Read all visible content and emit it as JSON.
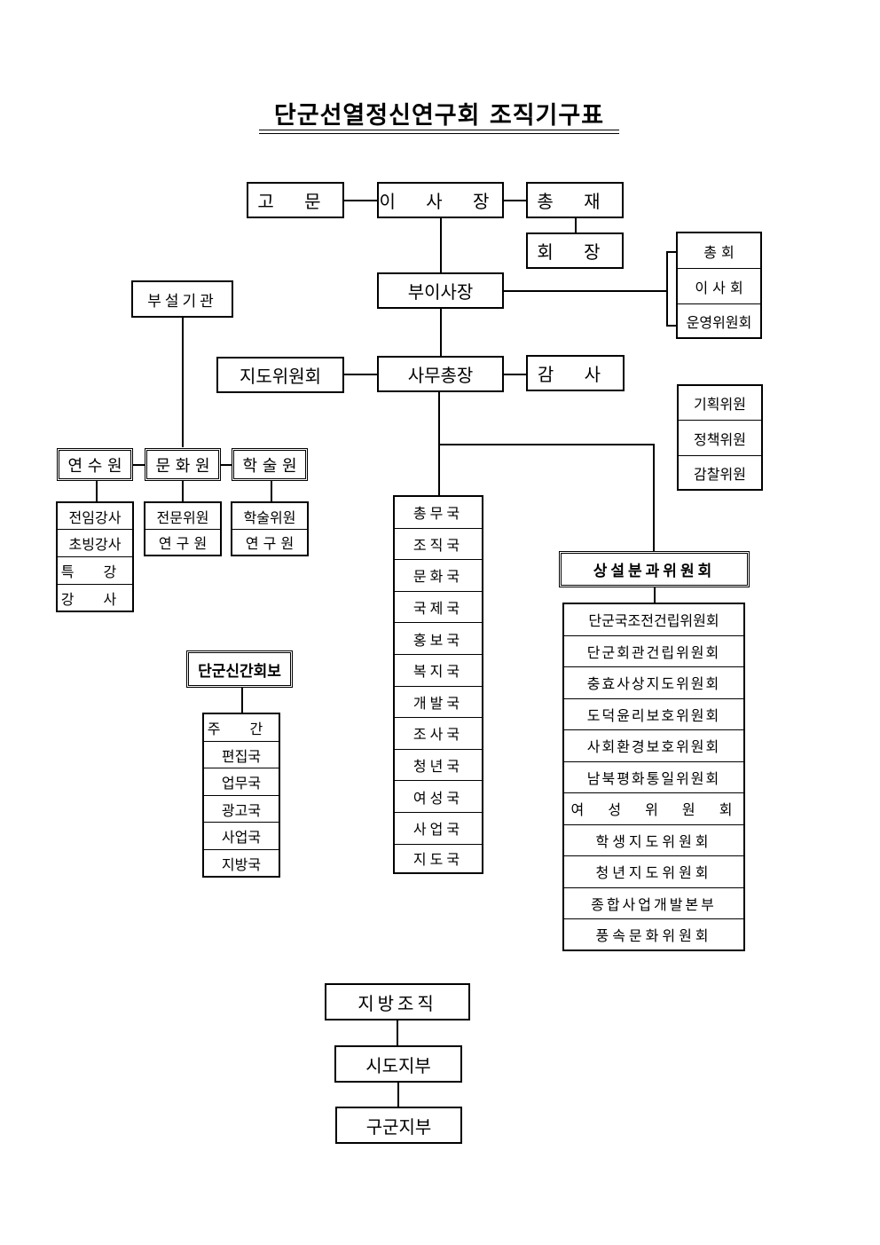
{
  "title": "단군선열정신연구회 조직기구표",
  "top": {
    "advisor": "고 문",
    "chairman_board": "이 사 장",
    "president_general": "총 재",
    "president": "회 장",
    "vice_chairman": "부이사장",
    "secretary_general": "사무총장",
    "guidance_committee": "지도위원회",
    "audit": "감 사"
  },
  "governance": [
    "총 회",
    "이 사 회",
    "운영위원회"
  ],
  "committees_right": [
    "기획위원",
    "정책위원",
    "감찰위원"
  ],
  "affiliated": {
    "label": "부설기관",
    "institutes": [
      {
        "name": "연 수 원",
        "items": [
          "전임강사",
          "초빙강사",
          "특 강",
          "강 사"
        ]
      },
      {
        "name": "문 화 원",
        "items": [
          "전문위원",
          "연 구 원"
        ]
      },
      {
        "name": "학 술 원",
        "items": [
          "학술위원",
          "연 구 원"
        ]
      }
    ]
  },
  "newspaper": {
    "label": "단군신간회보",
    "items": [
      "주 간",
      "편집국",
      "업무국",
      "광고국",
      "사업국",
      "지방국"
    ]
  },
  "bureaus": [
    "총무국",
    "조직국",
    "문화국",
    "국제국",
    "홍보국",
    "복지국",
    "개발국",
    "조사국",
    "청년국",
    "여성국",
    "사업국",
    "지도국"
  ],
  "standing": {
    "label": "상설분과위원회",
    "items": [
      "단군국조전건립위원회",
      "단군회관건립위원회",
      "충효사상지도위원회",
      "도덕윤리보호위원회",
      "사회환경보호위원회",
      "남북평화통일위원회",
      "여 성 위 원 회",
      "학생지도위원회",
      "청년지도위원회",
      "종합사업개발본부",
      "풍속문화위원회"
    ]
  },
  "regional": {
    "label": "지방조직",
    "levels": [
      "시도지부",
      "구군지부"
    ]
  }
}
